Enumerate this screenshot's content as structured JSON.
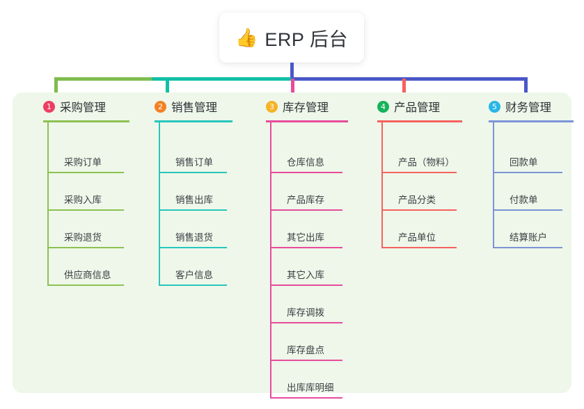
{
  "root": {
    "icon": "thumbs-up-icon",
    "icon_glyph": "👍",
    "title": "ERP 后台"
  },
  "panel": {
    "background_color": "#eef7e9"
  },
  "connector": {
    "trunk_color": "#4a58c8",
    "segments": [
      {
        "name": "left",
        "color": "#7ebd4e"
      },
      {
        "name": "middle",
        "color": "#12bfa5"
      },
      {
        "name": "right",
        "color": "#4a58c8"
      }
    ]
  },
  "columns": [
    {
      "number": "1",
      "title": "采购管理",
      "badge_color": "#ee3d62",
      "line_color": "#8cc152",
      "stub_color": "#7ebd4e",
      "items": [
        {
          "label": "采购订单"
        },
        {
          "label": "采购入库"
        },
        {
          "label": "采购退货"
        },
        {
          "label": "供应商信息"
        }
      ]
    },
    {
      "number": "2",
      "title": "销售管理",
      "badge_color": "#f48024",
      "line_color": "#27c6bd",
      "stub_color": "#12bfa5",
      "items": [
        {
          "label": "销售订单"
        },
        {
          "label": "销售出库"
        },
        {
          "label": "销售退货"
        },
        {
          "label": "客户信息"
        }
      ]
    },
    {
      "number": "3",
      "title": "库存管理",
      "badge_color": "#f5b324",
      "line_color": "#e84b9c",
      "stub_color": "#e84b9c",
      "items": [
        {
          "label": "仓库信息"
        },
        {
          "label": "产品库存"
        },
        {
          "label": "其它出库"
        },
        {
          "label": "其它入库"
        },
        {
          "label": "库存调拨"
        },
        {
          "label": "库存盘点"
        },
        {
          "label": "出库库明细"
        }
      ]
    },
    {
      "number": "4",
      "title": "产品管理",
      "badge_color": "#16b25c",
      "line_color": "#f4625f",
      "stub_color": "#f4625f",
      "items": [
        {
          "label": "产品（物料）"
        },
        {
          "label": "产品分类"
        },
        {
          "label": "产品单位"
        }
      ]
    },
    {
      "number": "5",
      "title": "财务管理",
      "badge_color": "#29b6e8",
      "line_color": "#7b93d8",
      "stub_color": "#4a58c8",
      "items": [
        {
          "label": "回款单"
        },
        {
          "label": "付款单"
        },
        {
          "label": "结算账户"
        }
      ]
    }
  ]
}
